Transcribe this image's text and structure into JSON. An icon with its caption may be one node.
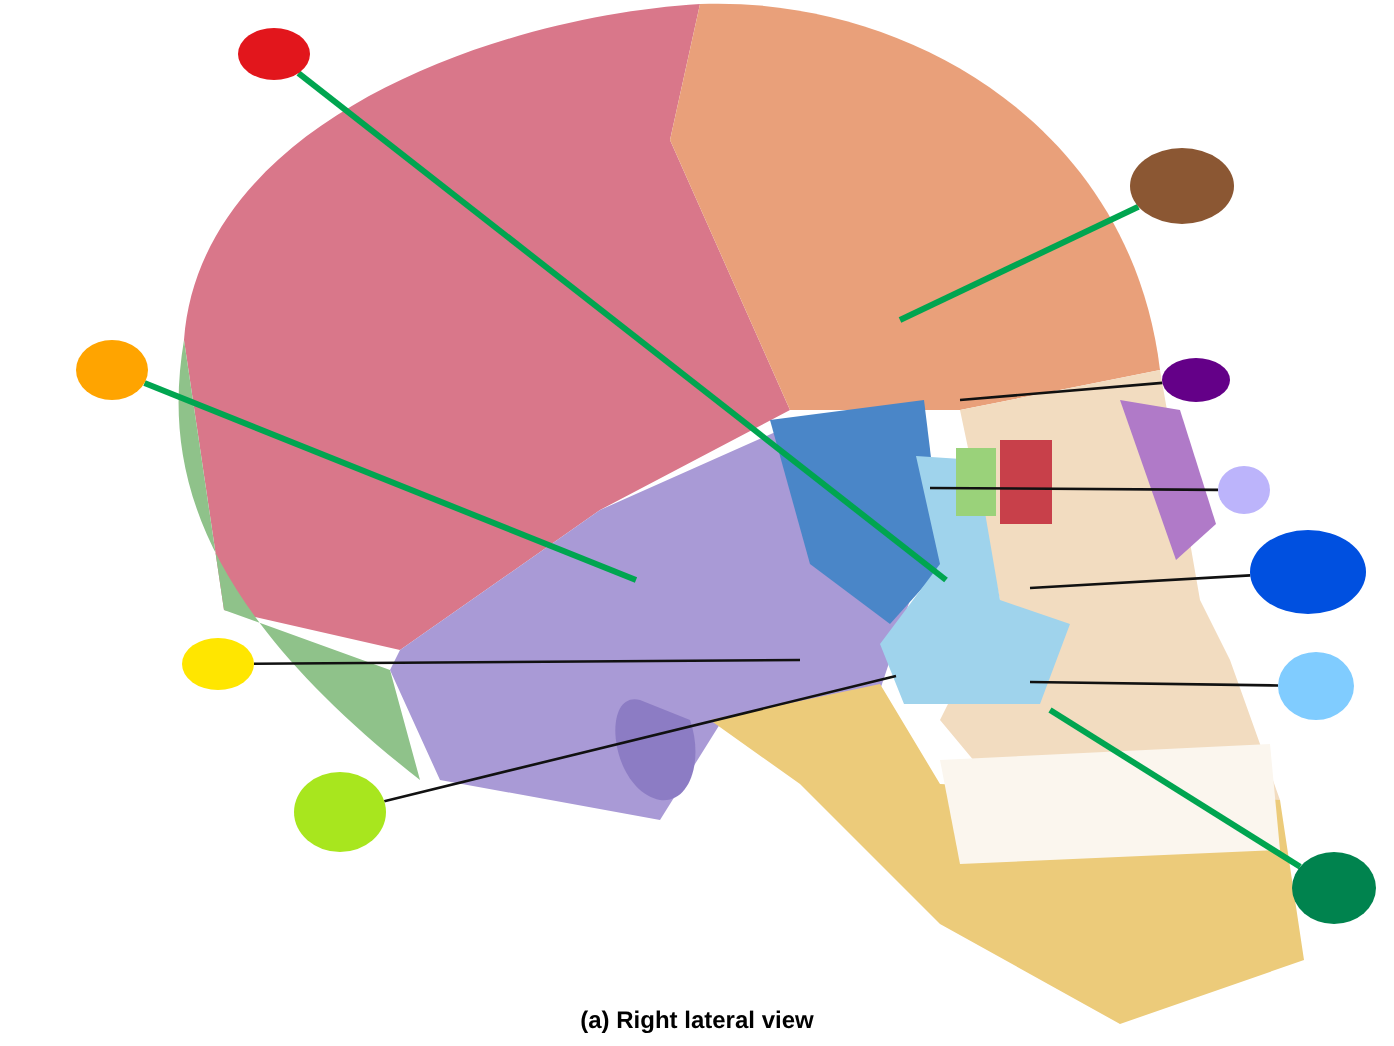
{
  "diagram": {
    "caption": "(a) Right lateral view",
    "nodes": [
      {
        "text": [],
        "shape": "circle"
      },
      {
        "text": [],
        "shape": "circle"
      },
      {
        "text": [],
        "shape": "circle"
      },
      {
        "text": [],
        "shape": "circle"
      },
      {
        "text": [],
        "shape": "circle"
      },
      {
        "text": [],
        "shape": "circle"
      },
      {
        "text": [],
        "shape": "circle"
      },
      {
        "text": [],
        "shape": "circle"
      },
      {
        "text": [],
        "shape": "circle"
      },
      {
        "text": [],
        "shape": "circle"
      }
    ],
    "edges": [
      {
        "from": 0,
        "to": null,
        "arrow": "none",
        "style": "thick",
        "color": "#00a550"
      },
      {
        "from": 1,
        "to": null,
        "arrow": "none",
        "style": "thick",
        "color": "#00a550"
      },
      {
        "from": 2,
        "to": null,
        "arrow": "none",
        "style": "thick",
        "color": "#00a550"
      },
      {
        "from": 3,
        "to": null,
        "arrow": "none"
      },
      {
        "from": 4,
        "to": null,
        "arrow": "none"
      },
      {
        "from": 5,
        "to": null,
        "arrow": "none"
      },
      {
        "from": 6,
        "to": null,
        "arrow": "none"
      },
      {
        "from": 7,
        "to": null,
        "arrow": "none"
      },
      {
        "from": 8,
        "to": null,
        "arrow": "none"
      },
      {
        "from": 9,
        "to": null,
        "arrow": "none",
        "style": "thick",
        "color": "#00a550"
      }
    ]
  }
}
